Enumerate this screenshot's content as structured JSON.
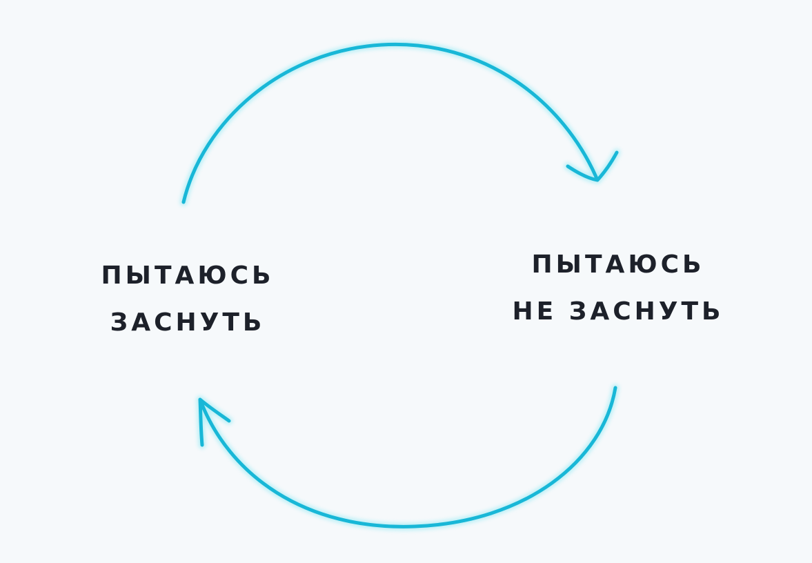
{
  "diagram": {
    "type": "cycle",
    "background_color": "#f6f9fb",
    "arrow_color": "#18b7d7",
    "arrow_glow_color": "#8ee9f3",
    "text_color": "#1d212a",
    "nodes": [
      {
        "id": "trying-to-fall-asleep",
        "lines": [
          "ПЫТАЮСЬ",
          "ЗАСНУТЬ"
        ]
      },
      {
        "id": "trying-not-to-fall-asleep",
        "lines": [
          "ПЫТАЮСЬ",
          "НЕ ЗАСНУТЬ"
        ]
      }
    ],
    "edges": [
      {
        "from": "trying-to-fall-asleep",
        "to": "trying-not-to-fall-asleep",
        "arc": "top"
      },
      {
        "from": "trying-not-to-fall-asleep",
        "to": "trying-to-fall-asleep",
        "arc": "bottom"
      }
    ]
  }
}
